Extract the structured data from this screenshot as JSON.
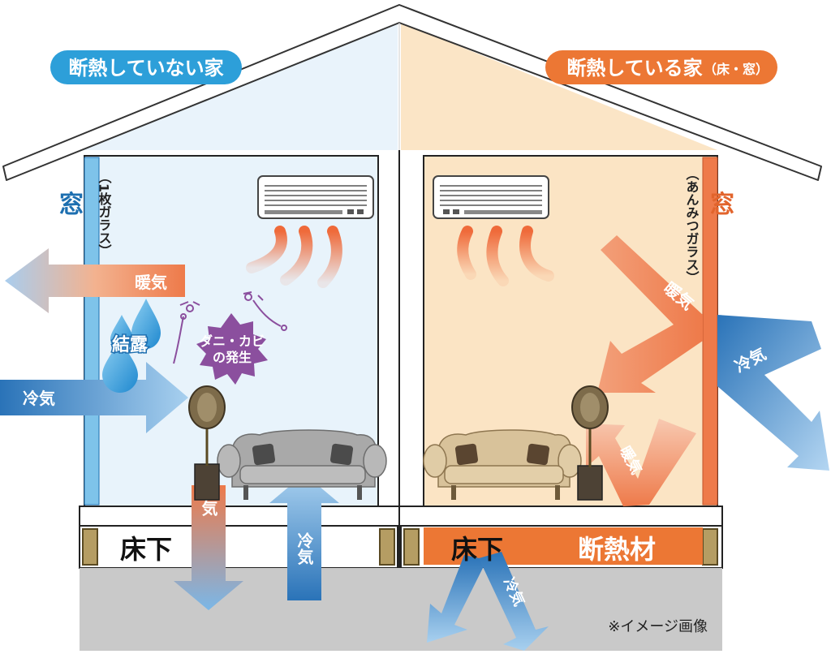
{
  "left_house": {
    "title": "断熱していない家",
    "window_label": "窓",
    "glass_label": "（1枚ガラス）",
    "warm_air_out": "暖気",
    "condensation": "結露",
    "mites_mold": [
      "ダニ・カビ",
      "の発生"
    ],
    "cold_air_in": "冷気",
    "warm_air_down": "暖気",
    "cold_air_up": "冷気",
    "underfloor": "床下"
  },
  "right_house": {
    "title": "断熱している家",
    "title_suffix": "（床・窓）",
    "window_label": "窓",
    "glass_label": "（あんみつガラス）",
    "warm_air_reflect": "暖気",
    "cold_air_reflect": "冷気",
    "warm_air_floor": "暖気",
    "underfloor": "床下",
    "insulation": "断熱材",
    "cold_air_floor": "冷気"
  },
  "note": "※イメージ画像",
  "colors": {
    "left_badge": "#2d9fd9",
    "right_badge": "#ec7734",
    "left_interior": "#eaf4fc",
    "right_interior": "#fbe6c8",
    "cold_blue": "#2a73b8",
    "warm_orange": "#ee7a4a",
    "mold_purple": "#8b4f9e"
  }
}
